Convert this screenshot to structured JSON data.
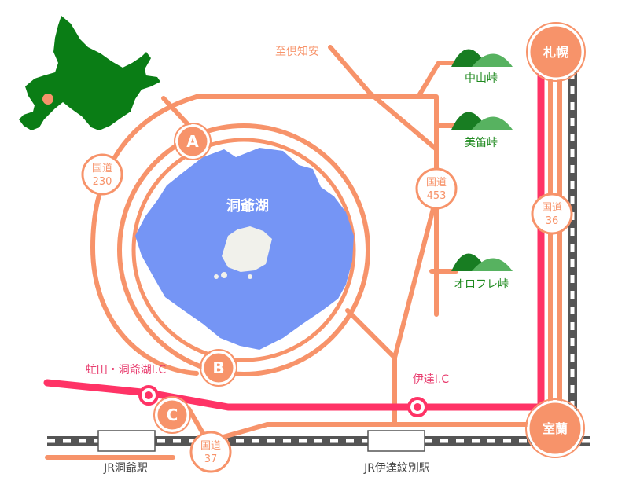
{
  "lake": {
    "name": "洞爺湖"
  },
  "cities": {
    "sapporo": "札幌",
    "muroran": "室蘭"
  },
  "markers": {
    "a": "A",
    "b": "B",
    "c": "C"
  },
  "routes": {
    "r230_a": "国道",
    "r230_b": "230",
    "r453_a": "国道",
    "r453_b": "453",
    "r36_a": "国道",
    "r36_b": "36",
    "r37_a": "国道",
    "r37_b": "37"
  },
  "places": {
    "kutchan": "至倶知安",
    "nakayama": "中山峠",
    "bifue": "美笛峠",
    "orofure": "オロフレ峠"
  },
  "interchanges": {
    "toyako_ic": "虻田・洞爺湖I.C",
    "date_ic": "伊達I.C"
  },
  "stations": {
    "toya": "JR洞爺駅",
    "date_mombetsu": "JR伊達紋別駅"
  },
  "colors": {
    "road": "#f7936a",
    "expressway": "#ff3366",
    "lake": "#7595f5",
    "island": "#f1f1eb",
    "hokkaido": "#0a7d15",
    "mountain_dark": "#187d22",
    "mountain_light": "#57b260",
    "place_text": "#1f8a1f",
    "rail": "#555555"
  }
}
